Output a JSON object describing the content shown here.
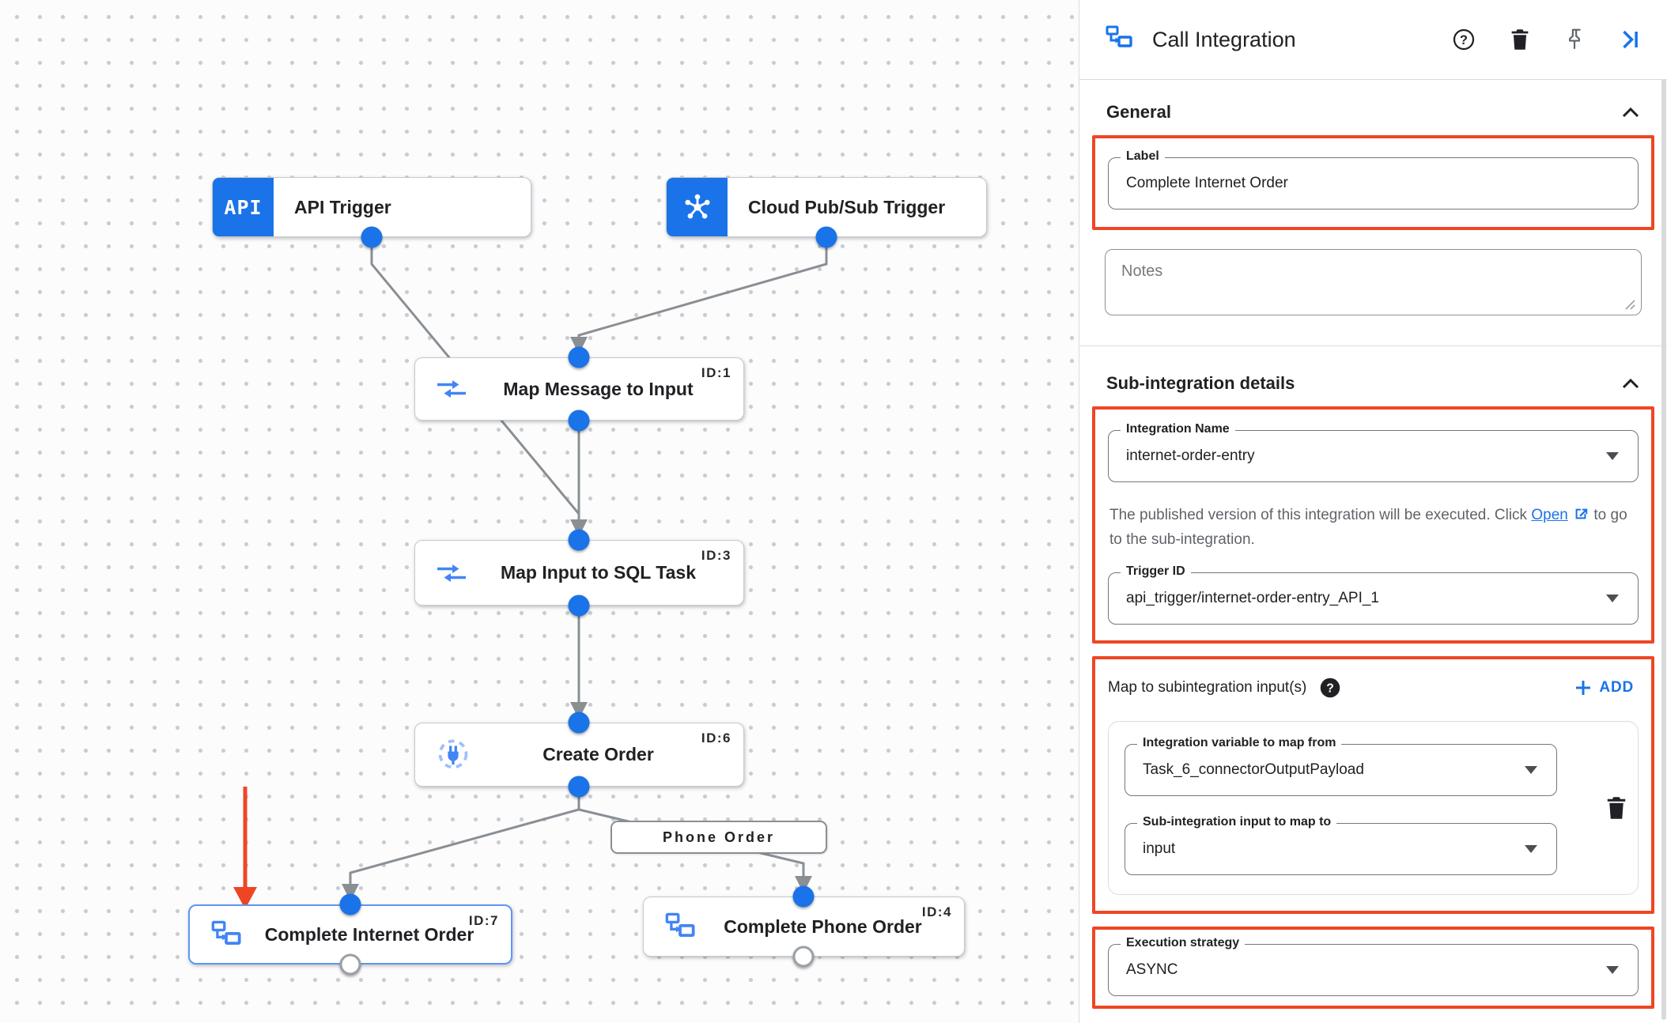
{
  "header": {
    "title": "Call Integration"
  },
  "panel": {
    "general": {
      "heading": "General",
      "label_field": {
        "label": "Label",
        "value": "Complete Internet Order"
      },
      "notes_placeholder": "Notes"
    },
    "sub": {
      "heading": "Sub-integration details",
      "integration_name": {
        "label": "Integration Name",
        "value": "internet-order-entry"
      },
      "helper": {
        "before": "The published version of this integration will be executed. Click ",
        "link": "Open",
        "after": "to go to the sub-integration."
      },
      "trigger_id": {
        "label": "Trigger ID",
        "value": "api_trigger/internet-order-entry_API_1"
      }
    },
    "mapping": {
      "heading": "Map to subintegration input(s)",
      "add_label": "ADD",
      "from_field": {
        "label": "Integration variable to map from",
        "value": "Task_6_connectorOutputPayload"
      },
      "to_field": {
        "label": "Sub-integration input to map to",
        "value": "input"
      }
    },
    "execution": {
      "label": "Execution strategy",
      "value": "ASYNC"
    }
  },
  "canvas": {
    "nodes": {
      "api_trigger": {
        "label": "API Trigger",
        "icon_text": "API"
      },
      "pubsub_trigger": {
        "label": "Cloud Pub/Sub Trigger"
      },
      "map_message": {
        "label": "Map Message to Input",
        "id": "ID:1"
      },
      "map_input_sql": {
        "label": "Map Input to SQL Task",
        "id": "ID:3"
      },
      "create_order": {
        "label": "Create Order",
        "id": "ID:6"
      },
      "complete_internet": {
        "label": "Complete Internet Order",
        "id": "ID:7"
      },
      "complete_phone": {
        "label": "Complete Phone Order",
        "id": "ID:4"
      }
    },
    "edge_label": "Phone Order"
  },
  "colors": {
    "accent_blue": "#1a73e8",
    "highlight_red": "#ee4623",
    "edge_gray": "#8a8f94",
    "selected_node_border": "#5e97f6"
  }
}
